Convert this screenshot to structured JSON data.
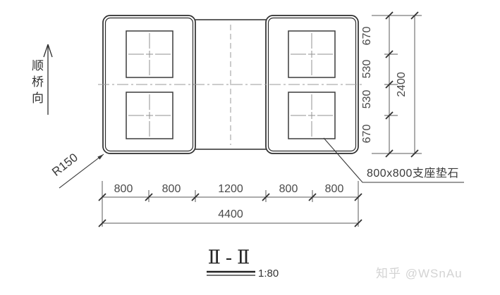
{
  "drawing": {
    "direction_label": "顺桥向",
    "radius_label": "R150",
    "pedestal_label": "800x800支座垫石",
    "section_title": "Ⅱ-Ⅱ",
    "scale_label": "1:80",
    "watermark": "知乎 @WSnAu",
    "dims_bottom": {
      "segments": [
        "800",
        "800",
        "1200",
        "800",
        "800"
      ],
      "total": "4400"
    },
    "dims_right": {
      "segments": [
        "670",
        "530",
        "530",
        "670"
      ],
      "total": "2400"
    }
  },
  "colors": {
    "background": "#ffffff",
    "outline": "#2c2c2c",
    "dimension_line": "#5a5a5a",
    "dimension_text": "#4a4a4a",
    "centerline": "#9a9a9a",
    "watermark": "#d3d3d3"
  }
}
